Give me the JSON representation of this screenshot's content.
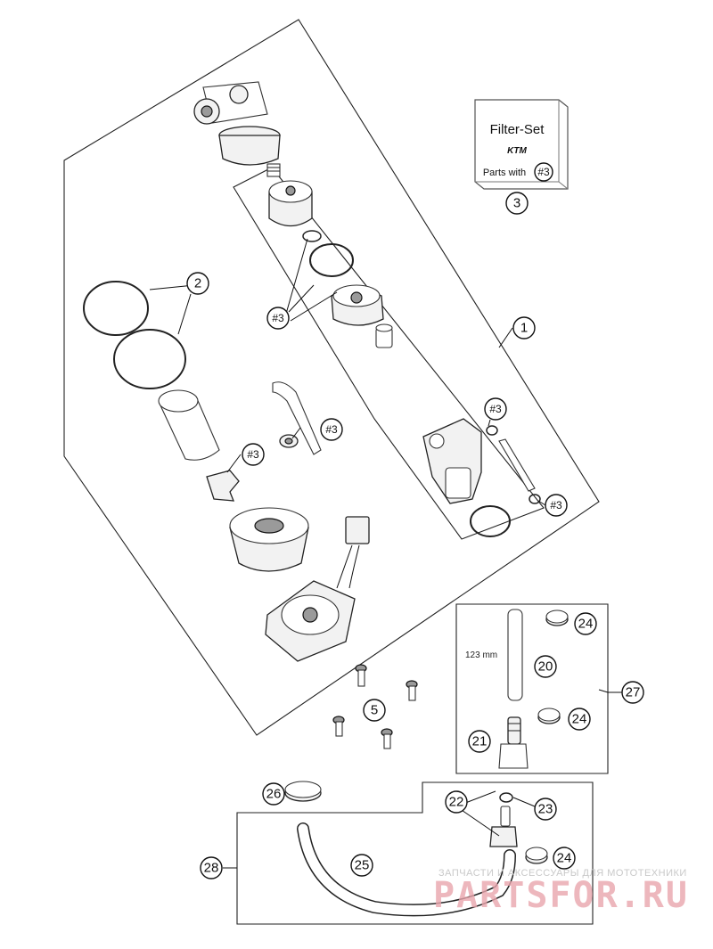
{
  "filter_set": {
    "title": "Filter-Set",
    "brand": "KTM",
    "parts_text": "Parts with",
    "parts_ref": "#3"
  },
  "callouts": {
    "c1": "1",
    "c2": "2",
    "c3": "3",
    "c5": "5",
    "c20": "20",
    "c21": "21",
    "c22": "22",
    "c23": "23",
    "c24a": "24",
    "c24b": "24",
    "c24c": "24",
    "c25": "25",
    "c26": "26",
    "c27": "27",
    "c28": "28"
  },
  "refs": {
    "r1": "#3",
    "r2": "#3",
    "r3": "#3",
    "r4": "#3",
    "r5": "#3"
  },
  "dimension_label": "123 mm",
  "watermark": {
    "tagline": "ЗАПЧАСТИ И АКСЕССУАРЫ ДЛЯ МОТОТЕХНИКИ",
    "site": "PARTSFOR.RU"
  }
}
